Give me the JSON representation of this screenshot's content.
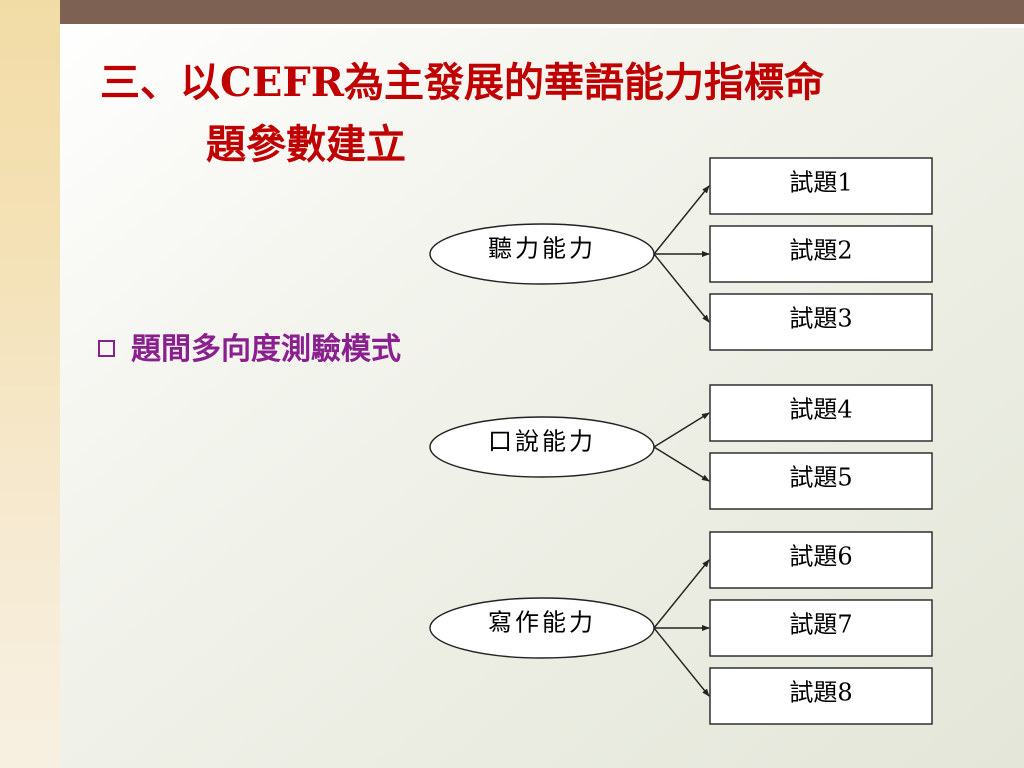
{
  "title": {
    "line1": "三、以CEFR為主發展的華語能力指標命",
    "line2": "題參數建立"
  },
  "bullet": {
    "text": "題間多向度測驗模式"
  },
  "diagram": {
    "factors": [
      {
        "label": "聽力能力",
        "items": [
          "試題1",
          "試題2",
          "試題3"
        ]
      },
      {
        "label": "口說能力",
        "items": [
          "試題4",
          "試題5"
        ]
      },
      {
        "label": "寫作能力",
        "items": [
          "試題6",
          "試題7",
          "試題8"
        ]
      }
    ]
  },
  "colors": {
    "title": "#c00000",
    "bullet": "#8a1f8f",
    "top_bar": "#7d6253",
    "stroke": "#222222"
  }
}
